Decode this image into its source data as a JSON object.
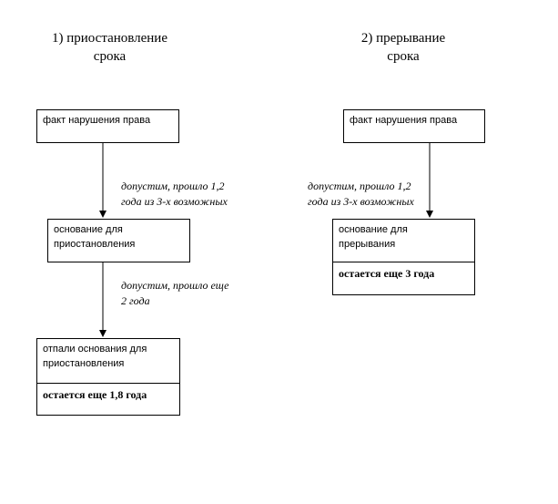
{
  "left": {
    "heading": "1) приостановление\nсрока",
    "box_fact": "факт нарушения права",
    "note_1": "допустим, прошло 1,2\nгода из 3-х возможных",
    "box_basis": "основание для\nприостановления",
    "note_2": "допустим, прошло еще\n2 года",
    "box_fallen": "отпали основания для\nприостановления",
    "box_remaining": "остается еще 1,8 года"
  },
  "right": {
    "heading": "2) прерывание\nсрока",
    "box_fact": "факт нарушения права",
    "note_1": "допустим, прошло 1,2\nгода из 3-х возможных",
    "box_basis": "основание для\nпрерывания",
    "box_remaining": "остается еще 3 года"
  }
}
